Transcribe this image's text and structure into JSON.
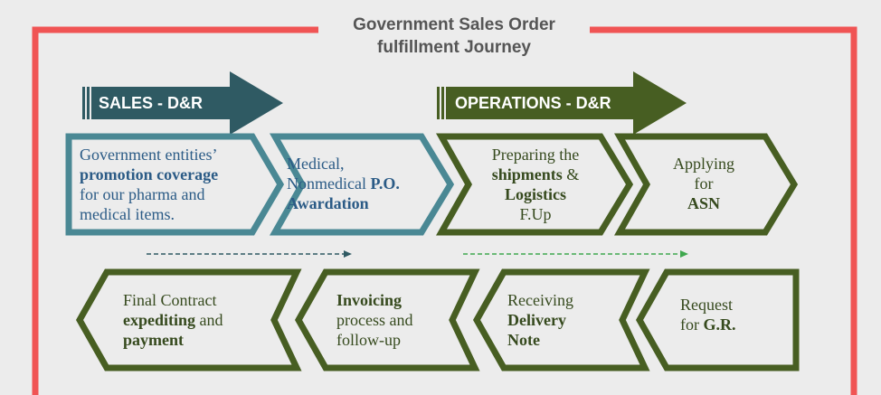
{
  "title": {
    "line1": "Government Sales Order",
    "line2": "fulfillment Journey"
  },
  "banners": {
    "sales": "SALES - D&R",
    "operations": "OPERATIONS - D&R"
  },
  "colors": {
    "frame": "#f05454",
    "sales_arrow": "#2f5a63",
    "teal_border": "#4a8894",
    "ops_arrow": "#475e22",
    "green_border": "#475e22",
    "teal_text": "#2b5b86",
    "green_text": "#364a1e"
  },
  "steps": {
    "s1": {
      "line1": "Government entities’",
      "line2": "promotion coverage",
      "line3": "for our pharma and",
      "line4": "medical items."
    },
    "s2": {
      "line1": "Medical,",
      "line2a": "Nonmedical ",
      "line2b": "P.O.",
      "line3": "Awardation"
    },
    "s3": {
      "line1": "Preparing the",
      "line2a": "shipments",
      "line2b": " &",
      "line3": "Logistics",
      "line4": "F.Up"
    },
    "s4": {
      "line1": "Applying",
      "line2": "for",
      "line3": "ASN"
    },
    "s5": {
      "line1": "Request",
      "line2a": "for ",
      "line2b": "G.R."
    },
    "s6": {
      "line1": "Receiving",
      "line2": "Delivery",
      "line3": "Note"
    },
    "s7": {
      "line1": "Invoicing",
      "line2": "process and",
      "line3": "follow-up"
    },
    "s8": {
      "line1": "Final Contract",
      "line2a": "expediting",
      "line2b": " and",
      "line3": "payment"
    }
  }
}
